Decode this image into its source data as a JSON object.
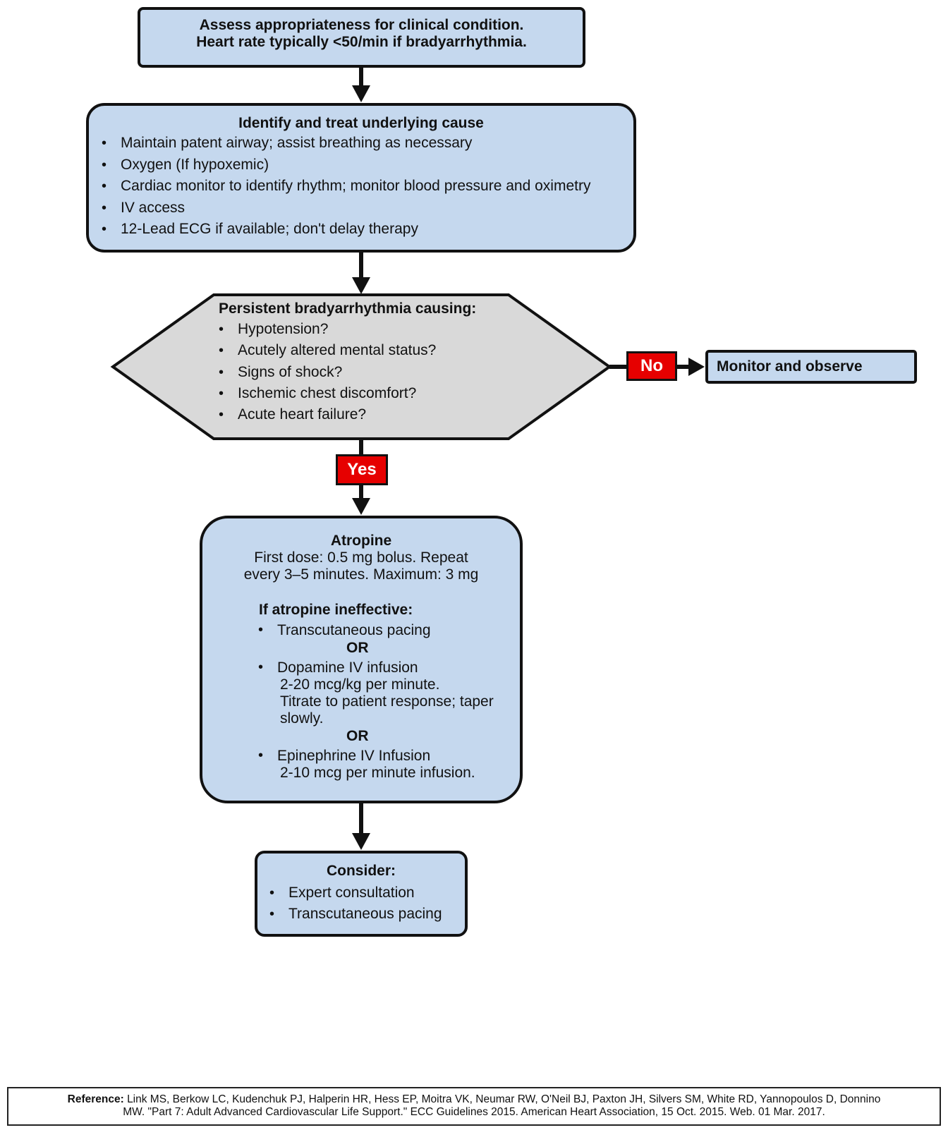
{
  "assess": {
    "line1": "Assess appropriateness for clinical condition.",
    "line2": "Heart rate typically <50/min if bradyarrhythmia."
  },
  "identify": {
    "title": "Identify and treat underlying cause",
    "items": [
      "Maintain patent airway; assist breathing as necessary",
      "Oxygen (If hypoxemic)",
      "Cardiac monitor to identify rhythm; monitor blood pressure and oximetry",
      "IV access",
      "12-Lead ECG if available; don't delay therapy"
    ]
  },
  "decision": {
    "title": "Persistent bradyarrhythmia causing:",
    "items": [
      "Hypotension?",
      "Acutely altered mental status?",
      "Signs of shock?",
      "Ischemic chest discomfort?",
      "Acute heart failure?"
    ]
  },
  "labels": {
    "no": "No",
    "yes": "Yes"
  },
  "monitor": {
    "text": "Monitor and observe"
  },
  "atropine": {
    "title": "Atropine",
    "dose_line1": "First dose: 0.5 mg bolus. Repeat",
    "dose_line2": "every 3–5 minutes. Maximum: 3 mg",
    "ineffective_title": "If atropine ineffective:",
    "option1": "Transcutaneous pacing",
    "or1": "OR",
    "option2": "Dopamine IV infusion",
    "option2_sub": [
      "2-20 mcg/kg per minute.",
      "Titrate to patient response; taper",
      "slowly."
    ],
    "or2": "OR",
    "option3": "Epinephrine IV Infusion",
    "option3_sub": "2-10 mcg per minute infusion."
  },
  "consider": {
    "title": "Consider:",
    "items": [
      "Expert consultation",
      "Transcutaneous pacing"
    ]
  },
  "reference": {
    "label": "Reference:",
    "line1": "Link MS, Berkow LC, Kudenchuk PJ, Halperin HR, Hess EP, Moitra VK, Neumar RW, O'Neil BJ, Paxton JH, Silvers SM, White RD, Yannopoulos D, Donnino",
    "line2": "MW. \"Part 7: Adult Advanced Cardiovascular Life Support.\" ECC Guidelines 2015. American Heart Association, 15 Oct. 2015. Web. 01 Mar. 2017."
  },
  "colors": {
    "box_fill": "#c5d8ee",
    "decision_fill": "#d9d9d9",
    "label_red": "#e60000",
    "stroke": "#111111"
  }
}
